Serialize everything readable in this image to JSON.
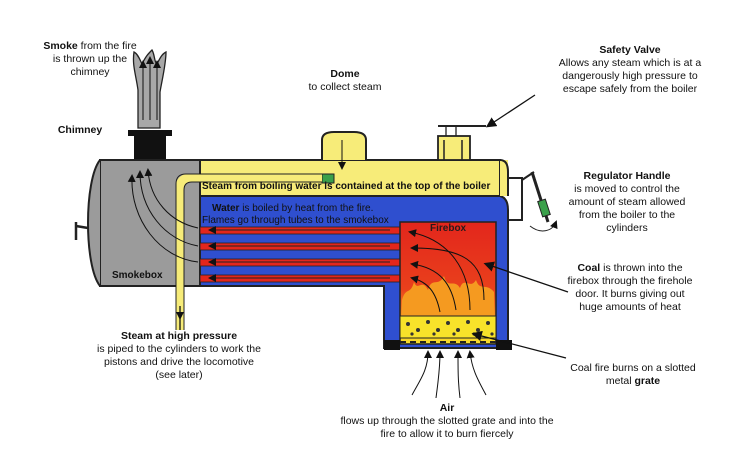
{
  "labels": {
    "smoke": {
      "bold": "Smoke",
      "text": " from the fire is thrown up the chimney"
    },
    "chimney": "Chimney",
    "dome": {
      "bold": "Dome",
      "text": "to collect steam"
    },
    "safety_valve": {
      "bold": "Safety Valve",
      "text": "Allows any steam which is at a dangerously high pressure to escape safely from the boiler"
    },
    "regulator": {
      "bold": "Regulator Handle",
      "text": "is moved to control the amount of steam allowed from the boiler to the cylinders"
    },
    "coal": {
      "bold": "Coal",
      "text": " is thrown into the firebox through the firehole door. It burns giving out huge amounts of heat"
    },
    "grate": {
      "text": "Coal fire burns on a slotted metal ",
      "bold": "grate"
    },
    "air": {
      "bold": "Air",
      "text": "flows up through the slotted grate and into the fire to allow it to burn fiercely"
    },
    "steam_pressure": {
      "bold": "Steam at high pressure",
      "text": "is piped to the cylinders to work the pistons and drive the locomotive (see later)"
    },
    "steam_top": {
      "bold": "Steam",
      "text": " from boiling water is contained at the top of the boiler"
    },
    "water": {
      "bold": "Water",
      "text": " is boiled by heat from the fire."
    },
    "flames": "Flames go through tubes to the smokebox",
    "firebox": "Firebox",
    "smokebox": "Smokebox"
  },
  "colors": {
    "steam": "#f7ec79",
    "water": "#2f4fcf",
    "fire_red": "#e3261c",
    "fire_orange": "#f59a20",
    "fire_yellow": "#f8e22a",
    "smokebox": "#9b9b9b",
    "outline": "#1a1a1a"
  }
}
